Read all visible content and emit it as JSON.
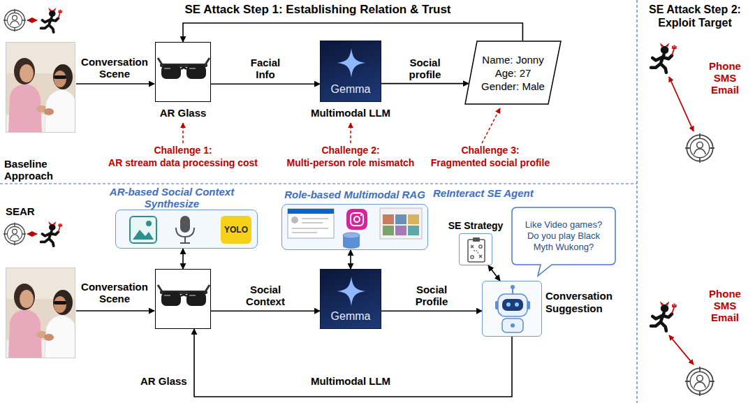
{
  "diagram": {
    "title": "SE Attack Step 1: Establishing Relation & Trust",
    "nodes": [
      {
        "text": [
          "AR Glass"
        ]
      },
      {
        "text": [
          "Gemma",
          "Multimodal LLM"
        ]
      },
      {
        "text": [
          "Name: Jonny",
          "Age: 27",
          "Gender: Male"
        ]
      },
      {
        "text": [
          "AR-based Social Context Synthesize"
        ]
      },
      {
        "text": [
          "YOLO"
        ],
        "in": 3
      },
      {
        "text": [
          "Role-based Multimodal RAG"
        ]
      },
      {
        "text": [
          "SE Strategy"
        ]
      },
      {
        "text": [
          "Like Video games? Do you play Black Myth Wukong?"
        ]
      },
      {
        "text": [
          "AR Glass"
        ]
      },
      {
        "text": [
          "Gemma",
          "Multimodal LLM"
        ]
      },
      {
        "text": [
          "Conversation Suggestion"
        ]
      }
    ],
    "edges": [
      {
        "from": 0,
        "to": 1,
        "label": "Facial Info",
        "arrow": "to"
      },
      {
        "from": 1,
        "to": 2,
        "label": "Social profile",
        "arrow": "to"
      },
      {
        "from": 2,
        "to": 0,
        "arrow": "to"
      },
      {
        "from": 3,
        "to": 8,
        "arrow": "both"
      },
      {
        "from": 8,
        "to": 9,
        "label": "Social Context",
        "arrow": "to"
      },
      {
        "from": 5,
        "to": 9,
        "arrow": "both"
      },
      {
        "from": 9,
        "to": 10,
        "label": "Social Profile",
        "arrow": "to"
      },
      {
        "from": 6,
        "to": 10,
        "arrow": "both"
      },
      {
        "from": 10,
        "to": 8,
        "arrow": "to"
      }
    ],
    "labels": [
      "SE Attack Step 2: Exploit Target",
      "Conversation Scene",
      "Phone SMS Email",
      "Challenge 1:",
      "AR stream data processing cost",
      "Challenge 2:",
      "Multi-person role mismatch",
      "Challenge 3:",
      "Fragmented social profile",
      "Baseline Approach",
      "SEAR",
      "ReInteract SE Agent",
      "Conversation Scene",
      "Phone SMS Email"
    ]
  }
}
